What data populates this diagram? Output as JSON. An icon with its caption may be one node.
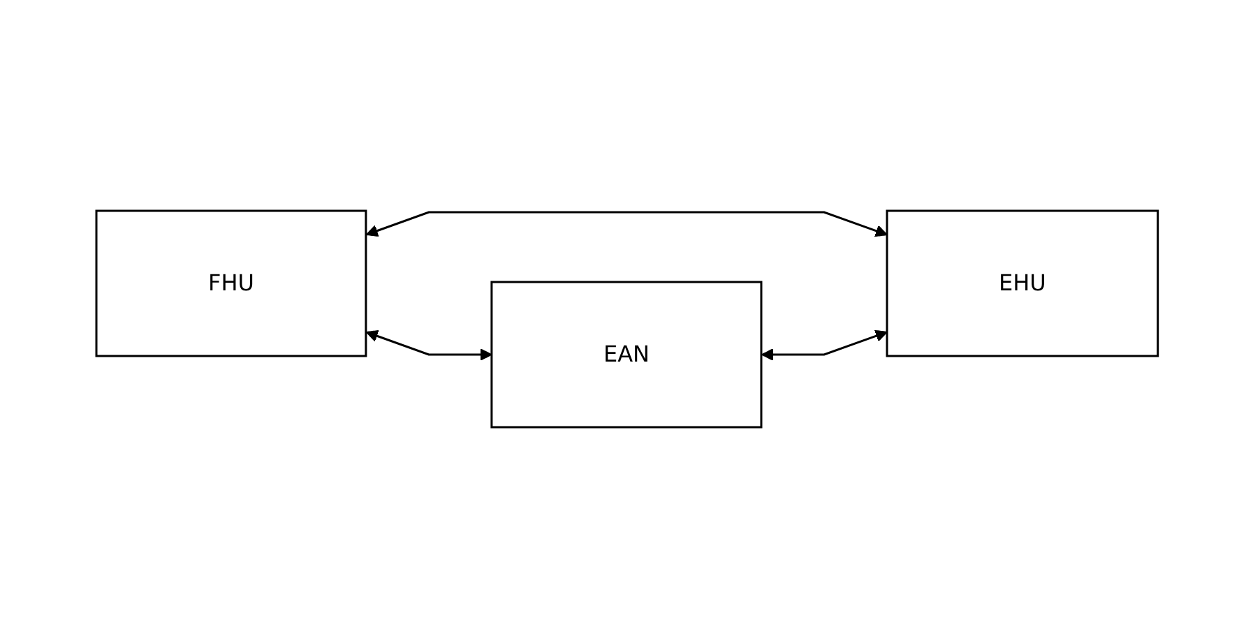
{
  "diagram": {
    "nodes": [
      {
        "text": [
          "FHU"
        ]
      },
      {
        "text": [
          "EHU"
        ]
      },
      {
        "text": [
          "EAN"
        ]
      }
    ],
    "edges": [
      {
        "from": 0,
        "to": 1,
        "arrow": "both"
      },
      {
        "from": 0,
        "to": 2,
        "arrow": "both"
      },
      {
        "from": 2,
        "to": 1,
        "arrow": "both"
      }
    ]
  }
}
